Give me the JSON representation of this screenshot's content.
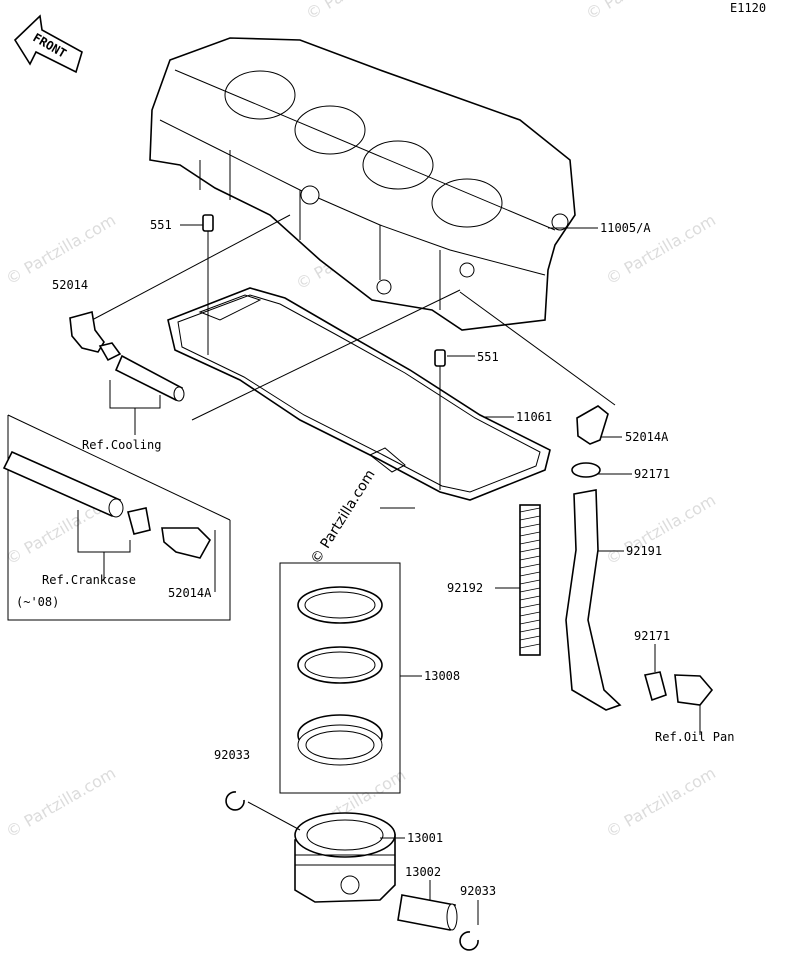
{
  "diagram": {
    "code": "E1120",
    "front_label": "FRONT",
    "watermark": "© Partzilla.com"
  },
  "parts": {
    "cylinder": "11005/A",
    "dowel_top": "551",
    "dowel_mid": "551",
    "gasket": "11061",
    "fitting_left": "52014",
    "fitting_right": "52014A",
    "fitting_bottom": "52014A",
    "clamp_upper": "92171",
    "clamp_lower": "92171",
    "hose": "92191",
    "stud": "92192",
    "ring_set": "13008",
    "piston": "13001",
    "pin": "13002",
    "circlip_left": "92033",
    "circlip_right": "92033"
  },
  "references": {
    "cooling": "Ref.Cooling",
    "crankcase": "Ref.Crankcase",
    "crankcase_years": "(~'08)",
    "oil_pan": "Ref.Oil Pan"
  }
}
